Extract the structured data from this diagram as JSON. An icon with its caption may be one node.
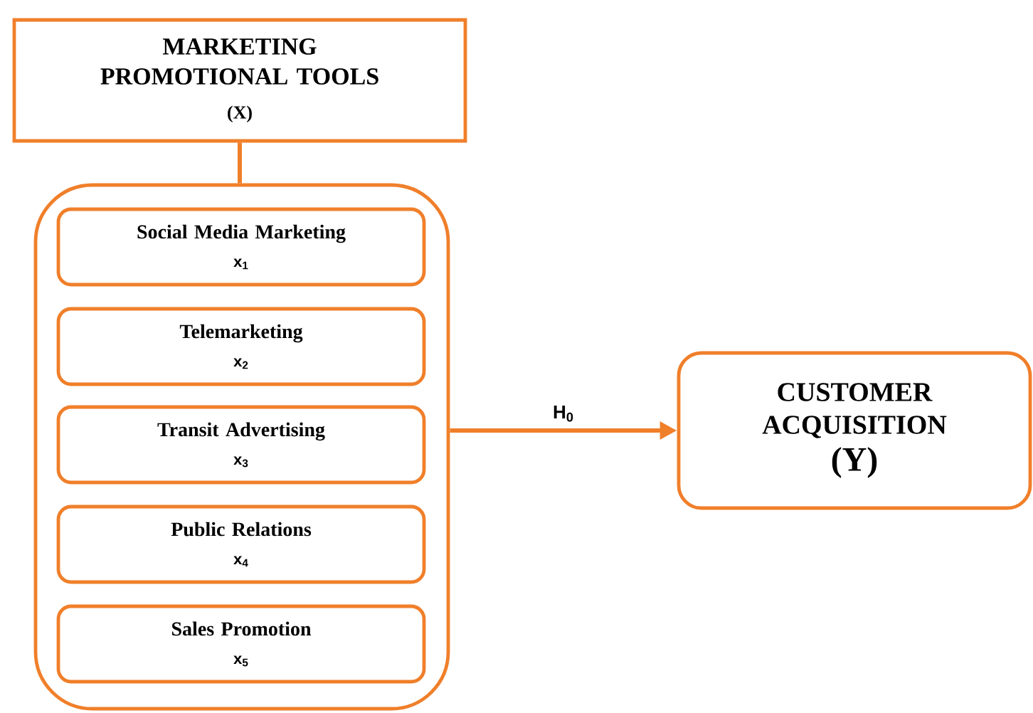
{
  "diagram": {
    "nodes": [
      {
        "text": [
          "MARKETING PROMOTIONAL TOOLS",
          "(X)"
        ]
      },
      {
        "text": [],
        "shape": "box"
      },
      {
        "text": [
          "Social Media Marketing",
          "x$_{1}$"
        ],
        "in": 1
      },
      {
        "text": [
          "Telemarketing",
          "x$_{2}$"
        ],
        "in": 1
      },
      {
        "text": [
          "Transit Advertising",
          "x$_{3}$"
        ],
        "in": 1
      },
      {
        "text": [
          "Public Relations",
          "x$_{4}$"
        ],
        "in": 1
      },
      {
        "text": [
          "Sales Promotion",
          "x$_{5}$"
        ],
        "in": 1
      },
      {
        "text": [
          "CUSTOMER ACQUISITION",
          "(Y)"
        ]
      }
    ],
    "edges": [
      {
        "from": 0,
        "to": 1,
        "arrow": "none"
      },
      {
        "from": 1,
        "to": 7,
        "arrow": "to",
        "label": "H$_{0}$"
      }
    ]
  }
}
